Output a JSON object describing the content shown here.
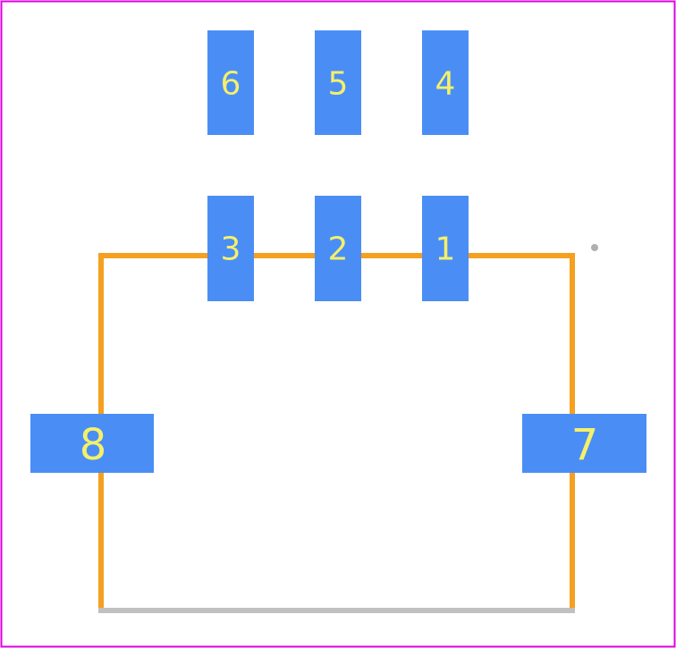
{
  "colors": {
    "background": "#ffffff",
    "border": "#e000e0",
    "pad_fill": "#4a8ef5",
    "pad_label": "#f5f06a",
    "silkscreen": "#f5a020",
    "courtyard_bottom": "#c0c0c0",
    "origin_marker": "#b0b0b0"
  },
  "pads": [
    {
      "id": "pad-6",
      "label": "6"
    },
    {
      "id": "pad-5",
      "label": "5"
    },
    {
      "id": "pad-4",
      "label": "4"
    },
    {
      "id": "pad-3",
      "label": "3"
    },
    {
      "id": "pad-2",
      "label": "2"
    },
    {
      "id": "pad-1",
      "label": "1"
    },
    {
      "id": "pad-8",
      "label": "8"
    },
    {
      "id": "pad-7",
      "label": "7"
    }
  ]
}
